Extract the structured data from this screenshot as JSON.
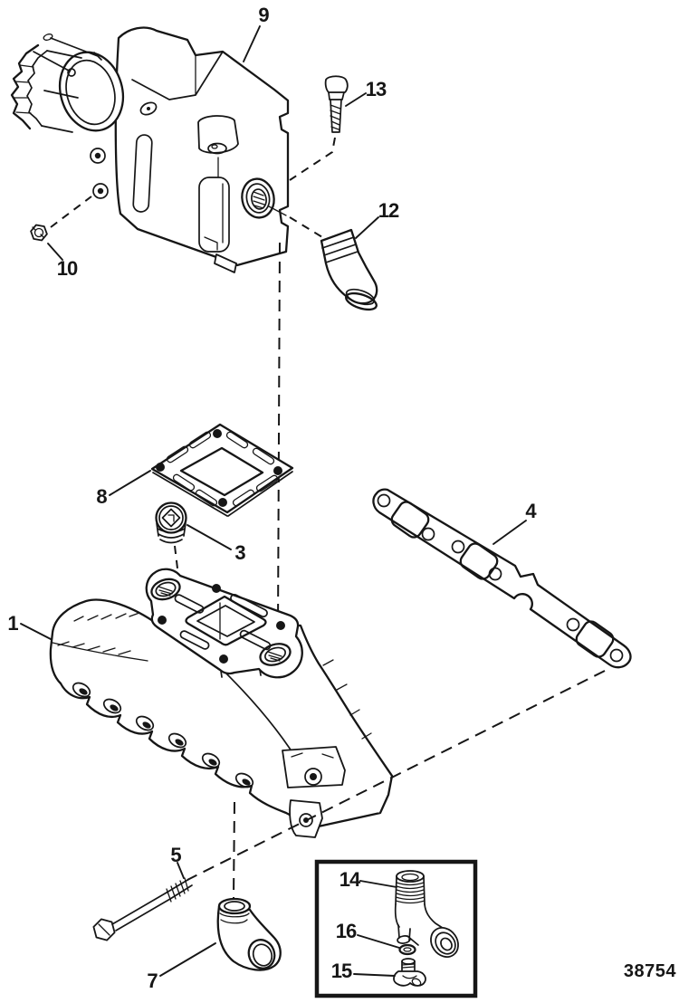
{
  "diagram": {
    "drawing_number": "38754",
    "ink_color": "#161616",
    "paper_color": "#ffffff",
    "callouts": [
      {
        "id": "exhaust-manifold",
        "label": "1"
      },
      {
        "id": "pipe-plug",
        "label": "3"
      },
      {
        "id": "manifold-gasket",
        "label": "4"
      },
      {
        "id": "long-hex-bolt",
        "label": "5"
      },
      {
        "id": "elbow-fitting",
        "label": "7"
      },
      {
        "id": "riser-gasket",
        "label": "8"
      },
      {
        "id": "exhaust-elbow-housing",
        "label": "9"
      },
      {
        "id": "hex-nut",
        "label": "10"
      },
      {
        "id": "hose-elbow",
        "label": "12"
      },
      {
        "id": "hex-bolt",
        "label": "13"
      },
      {
        "id": "barb-elbow-fitting",
        "label": "14"
      },
      {
        "id": "drain-fitting",
        "label": "15"
      },
      {
        "id": "o-ring",
        "label": "16"
      }
    ]
  }
}
